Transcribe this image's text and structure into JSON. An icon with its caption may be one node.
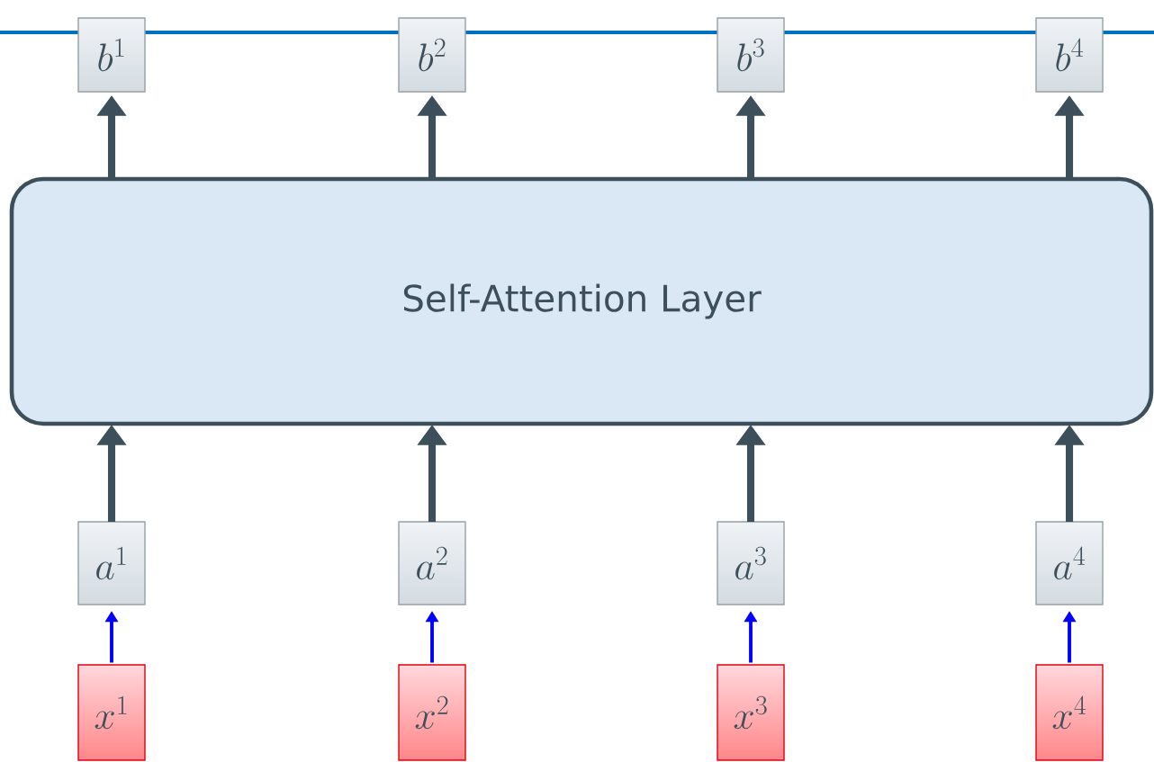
{
  "diagram": {
    "nodes": [
      {
        "text": [
          "b^{1}"
        ]
      },
      {
        "text": [
          "b^{2}"
        ]
      },
      {
        "text": [
          "b^{3}"
        ]
      },
      {
        "text": [
          "b^{4}"
        ]
      },
      {
        "text": [
          "Self-Attention Layer"
        ]
      },
      {
        "text": [
          "a^{1}"
        ]
      },
      {
        "text": [
          "a^{2}"
        ]
      },
      {
        "text": [
          "a^{3}"
        ]
      },
      {
        "text": [
          "a^{4}"
        ]
      },
      {
        "text": [
          "x^{1}"
        ]
      },
      {
        "text": [
          "x^{2}"
        ]
      },
      {
        "text": [
          "x^{3}"
        ]
      },
      {
        "text": [
          "x^{4}"
        ]
      }
    ],
    "edges": [
      {
        "from": 4,
        "to": 0,
        "arrow": "to"
      },
      {
        "from": 4,
        "to": 1,
        "arrow": "to"
      },
      {
        "from": 4,
        "to": 2,
        "arrow": "to"
      },
      {
        "from": 4,
        "to": 3,
        "arrow": "to"
      },
      {
        "from": 5,
        "to": 4,
        "arrow": "to"
      },
      {
        "from": 6,
        "to": 4,
        "arrow": "to"
      },
      {
        "from": 7,
        "to": 4,
        "arrow": "to"
      },
      {
        "from": 8,
        "to": 4,
        "arrow": "to"
      },
      {
        "from": 9,
        "to": 5,
        "arrow": "to",
        "color": "#0000ff"
      },
      {
        "from": 10,
        "to": 6,
        "arrow": "to",
        "color": "#0000ff"
      },
      {
        "from": 11,
        "to": 7,
        "arrow": "to",
        "color": "#0000ff"
      },
      {
        "from": 12,
        "to": 8,
        "arrow": "to",
        "color": "#0000ff"
      }
    ]
  }
}
